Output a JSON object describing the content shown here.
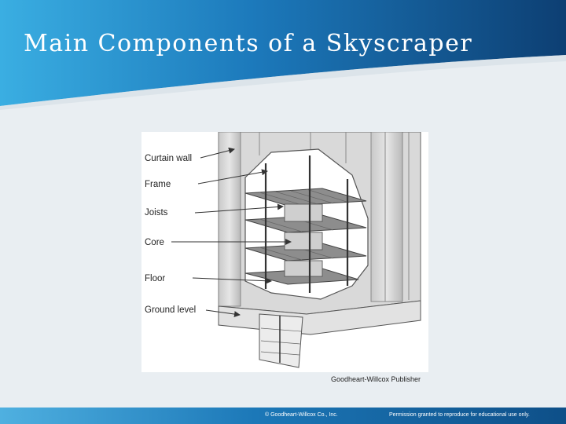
{
  "slide": {
    "title": "Main Components of a Skyscraper"
  },
  "figure": {
    "labels": [
      "Curtain wall",
      "Frame",
      "Joists",
      "Core",
      "Floor",
      "Ground level"
    ],
    "credit": "Goodheart-Willcox Publisher"
  },
  "footer": {
    "copyright": "© Goodheart-Willcox Co., Inc.",
    "permission": "Permission granted to reproduce for educational use only."
  },
  "colors": {
    "header_light": "#2e9fd8",
    "header_dark": "#0d3f73",
    "background": "#e9eef2"
  }
}
